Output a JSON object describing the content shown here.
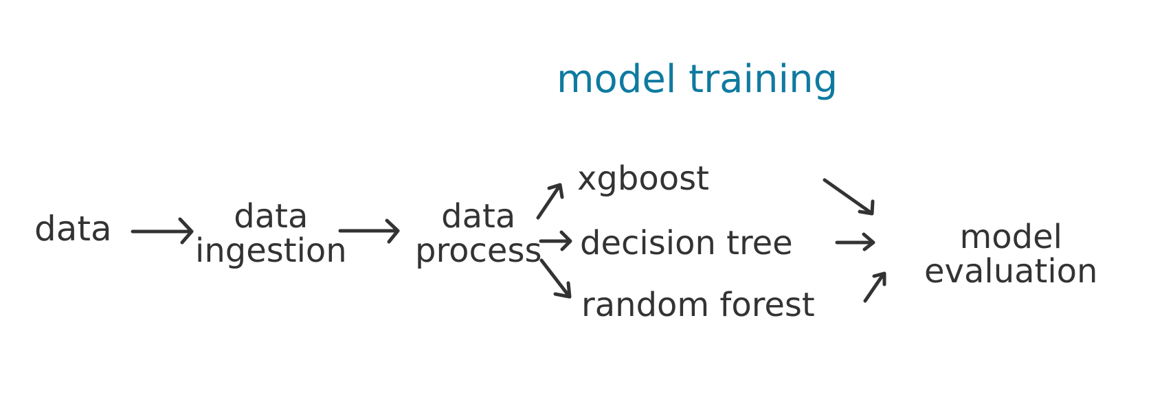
{
  "colors": {
    "ink": "#333333",
    "accent": "#0f7aa0",
    "background": "#ffffff"
  },
  "title": "model training",
  "nodes": {
    "data": "data",
    "ingestion": [
      "data",
      "ingestion"
    ],
    "process": [
      "data",
      "process"
    ],
    "models": [
      "xgboost",
      "decision tree",
      "random forest"
    ],
    "evaluation": [
      "model",
      "evaluation"
    ]
  }
}
